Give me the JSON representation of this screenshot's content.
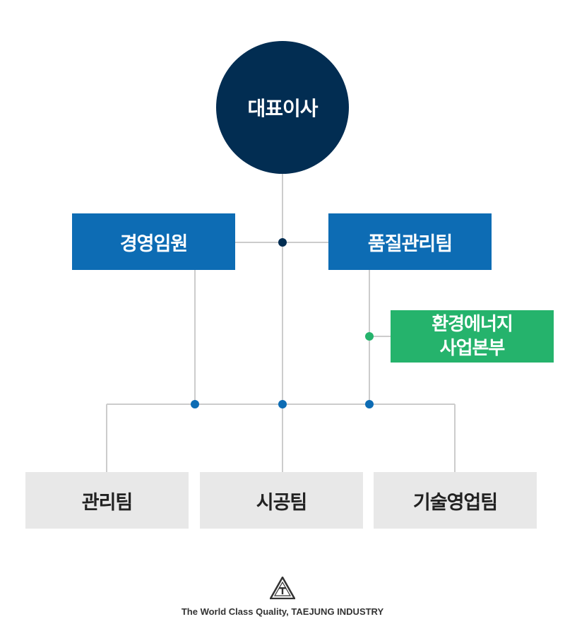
{
  "org_chart": {
    "ceo": "대표이사",
    "executives": "경영임원",
    "quality_team": "품질관리팀",
    "env_energy_division": {
      "line1": "환경에너지",
      "line2": "사업본부"
    },
    "teams": [
      "관리팀",
      "시공팀",
      "기술영업팀"
    ]
  },
  "footer": {
    "logo_letter": "T",
    "tagline": "The World Class Quality, TAEJUNG INDUSTRY"
  },
  "colors": {
    "navy": "#022d52",
    "blue": "#0d6cb4",
    "green": "#25b36c",
    "gray_box": "#e8e8e8",
    "line": "#cccccc"
  }
}
